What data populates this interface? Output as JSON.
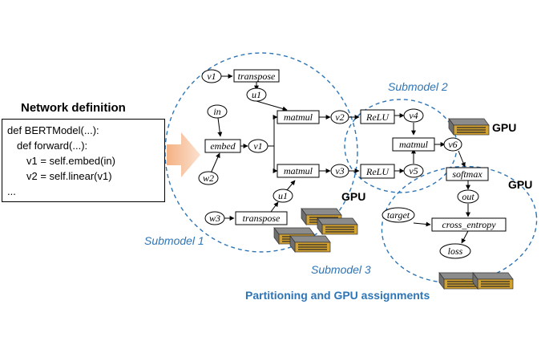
{
  "network_definition": {
    "title": "Network definition",
    "code_lines": [
      "def BERTModel(...):",
      "def forward(...):",
      "v1 = self.embed(in)",
      "v2 = self.linear(v1)",
      "..."
    ]
  },
  "nodes": {
    "v1_top": "v1",
    "transpose_top": "transpose",
    "u1_top": "u1",
    "in": "in",
    "embed": "embed",
    "v1_mid": "v1",
    "matmul_top": "matmul",
    "matmul_bottom": "matmul",
    "w2": "w2",
    "u1_bottom": "u1",
    "w3": "w3",
    "transpose_bottom": "transpose",
    "v2": "v2",
    "v3": "v3",
    "relu_top": "ReLU",
    "relu_bottom": "ReLU",
    "v4": "v4",
    "v5": "v5",
    "matmul_right": "matmul",
    "v6": "v6",
    "softmax": "softmax",
    "out": "out",
    "target": "target",
    "cross_entropy": "cross_entropy",
    "loss": "loss"
  },
  "submodels": {
    "submodel1": "Submodel 1",
    "submodel2": "Submodel 2",
    "submodel3": "Submodel 3"
  },
  "gpu_labels": [
    "GPU",
    "GPU",
    "GPU"
  ],
  "caption": "Partitioning and GPU assignments",
  "colors": {
    "accent_blue": "#2e75b6",
    "arrow_fill": "#f8cbad"
  }
}
